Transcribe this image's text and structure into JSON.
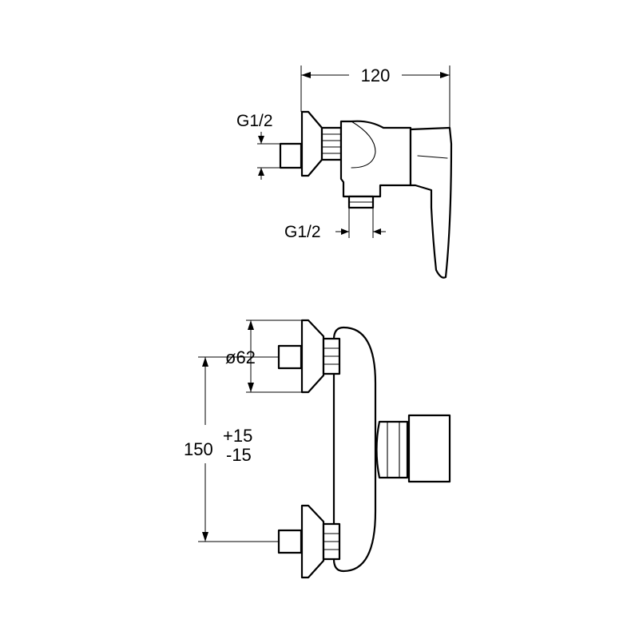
{
  "dimensions": {
    "width_total": "120",
    "inlet_thread": "G1/2",
    "outlet_thread": "G1/2",
    "escutcheon_diameter": "ø62",
    "center_distance_base": "150",
    "center_distance_plus": "+15",
    "center_distance_minus": "-15"
  },
  "colors": {
    "line": "#000000",
    "background": "#ffffff"
  }
}
